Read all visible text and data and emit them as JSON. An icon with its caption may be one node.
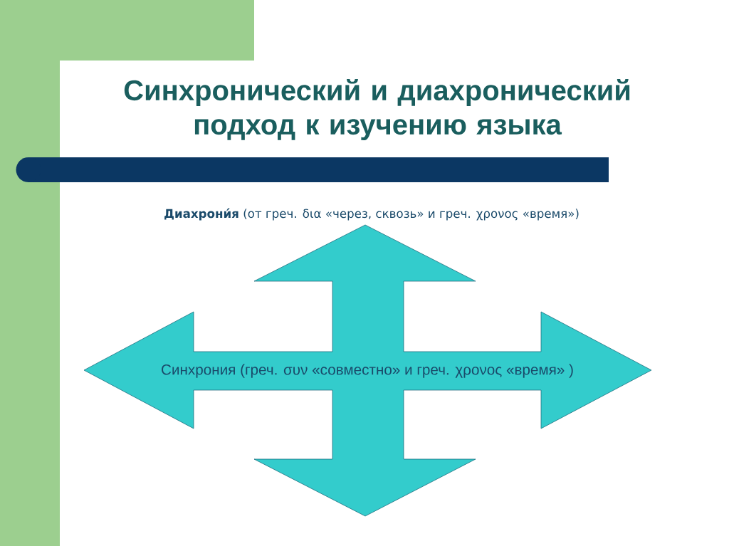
{
  "diagram": {
    "title": "Синхронический и диахронический подход к изучению языка",
    "nodes": [
      {
        "text": [
          "Синхрония (греч. συν «совместно» и греч. χρονος «время» )"
        ]
      }
    ],
    "labels": [
      "**Диахрони́я** (от греч. δια «через, сквозь» и греч. χρονος «время»)"
    ]
  }
}
